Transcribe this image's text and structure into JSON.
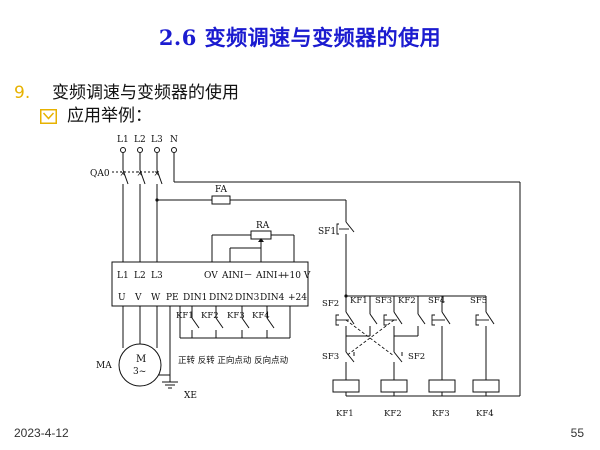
{
  "slide": {
    "title": "2.6  变频调速与变频器的使用",
    "bullet_number": "9.",
    "bullet_text": "变频调速与变频器的使用",
    "sub_text": "应用举例：",
    "footer_date": "2023-4-12",
    "page_number": "55"
  },
  "diagram": {
    "labels": {
      "l1": "L1",
      "l2": "L2",
      "l3": "L3",
      "n": "N",
      "qa0": "QA0",
      "fa": "FA",
      "ra": "RA",
      "sf1": "SF1",
      "inv_l1": "L1",
      "inv_l2": "L2",
      "inv_l3": "L3",
      "inv_ov": "OV",
      "inv_aini_neg": "AINI－",
      "inv_aini_pos": "AINI+",
      "inv_10v": "+10 V",
      "u": "U",
      "v": "V",
      "w": "W",
      "pe": "PE",
      "din1": "DIN1",
      "din2": "DIN2",
      "din3": "DIN3",
      "din4": "DIN4",
      "p24": "+24",
      "ck1": "KF1",
      "ck2": "KF2",
      "ck3": "KF3",
      "ck4": "KF4",
      "func_text": "正转 反转 正向点动 反向点动",
      "motor_m": "M",
      "motor_phase": "3~",
      "ma": "MA",
      "xe": "XE",
      "sf2": "SF2",
      "kf1_top": "KF1",
      "sf3_top": "SF3",
      "kf2_top": "KF2",
      "sf4": "SF4",
      "sf5": "SF5",
      "sf3_bot": "SF3",
      "sf2_bot": "SF2",
      "coil_kf1": "KF1",
      "coil_kf2": "KF2",
      "coil_kf3": "KF3",
      "coil_kf4": "KF4"
    }
  },
  "colors": {
    "title": "#1b1bd0",
    "bullet": "#e7b200"
  },
  "icons": {
    "sub_bullet": "checkbox-envelope-icon"
  }
}
